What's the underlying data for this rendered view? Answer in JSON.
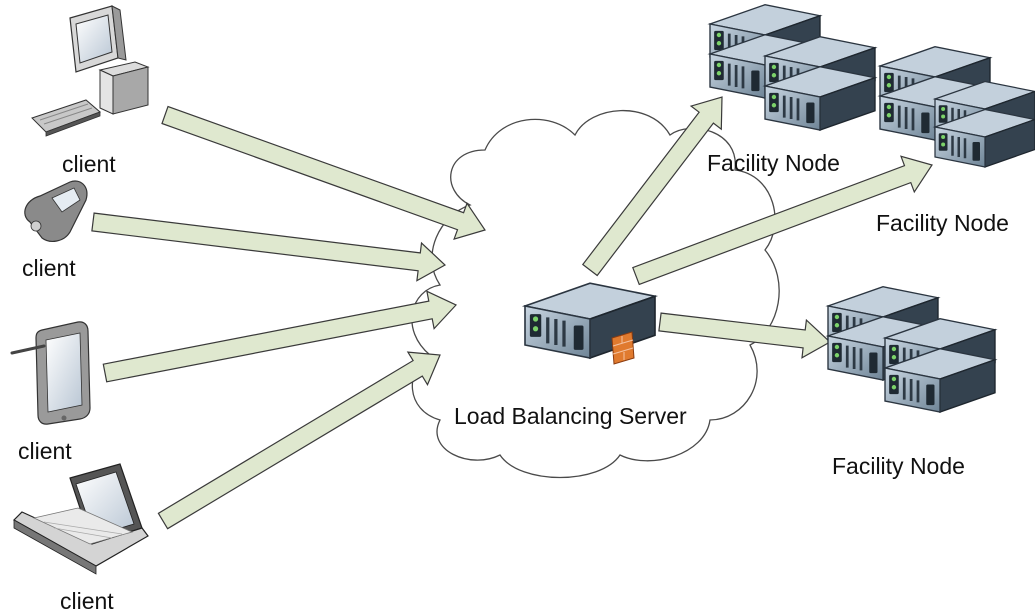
{
  "clients": [
    {
      "id": "desktop",
      "device": "desktop-computer-icon",
      "label": "client"
    },
    {
      "id": "phone",
      "device": "mobile-phone-icon",
      "label": "client"
    },
    {
      "id": "tablet",
      "device": "tablet-icon",
      "label": "client"
    },
    {
      "id": "laptop",
      "device": "laptop-icon",
      "label": "client"
    }
  ],
  "load_balancer": {
    "label": "Load Balancing Server",
    "device": "server-firewall-icon"
  },
  "facility_nodes": [
    {
      "id": "node-1",
      "label": "Facility Node",
      "device": "server-rack-icon"
    },
    {
      "id": "node-2",
      "label": "Facility Node",
      "device": "server-rack-icon"
    },
    {
      "id": "node-3",
      "label": "Facility Node",
      "device": "server-rack-icon"
    }
  ],
  "colors": {
    "arrow_fill": "#dfe8cf",
    "arrow_stroke": "#3a3a3a",
    "cloud_stroke": "#4a4a4a",
    "server_front": "#8ea3b4",
    "server_top": "#bfcdd9",
    "server_side": "#2f3b47",
    "firewall": "#e07a2e"
  }
}
